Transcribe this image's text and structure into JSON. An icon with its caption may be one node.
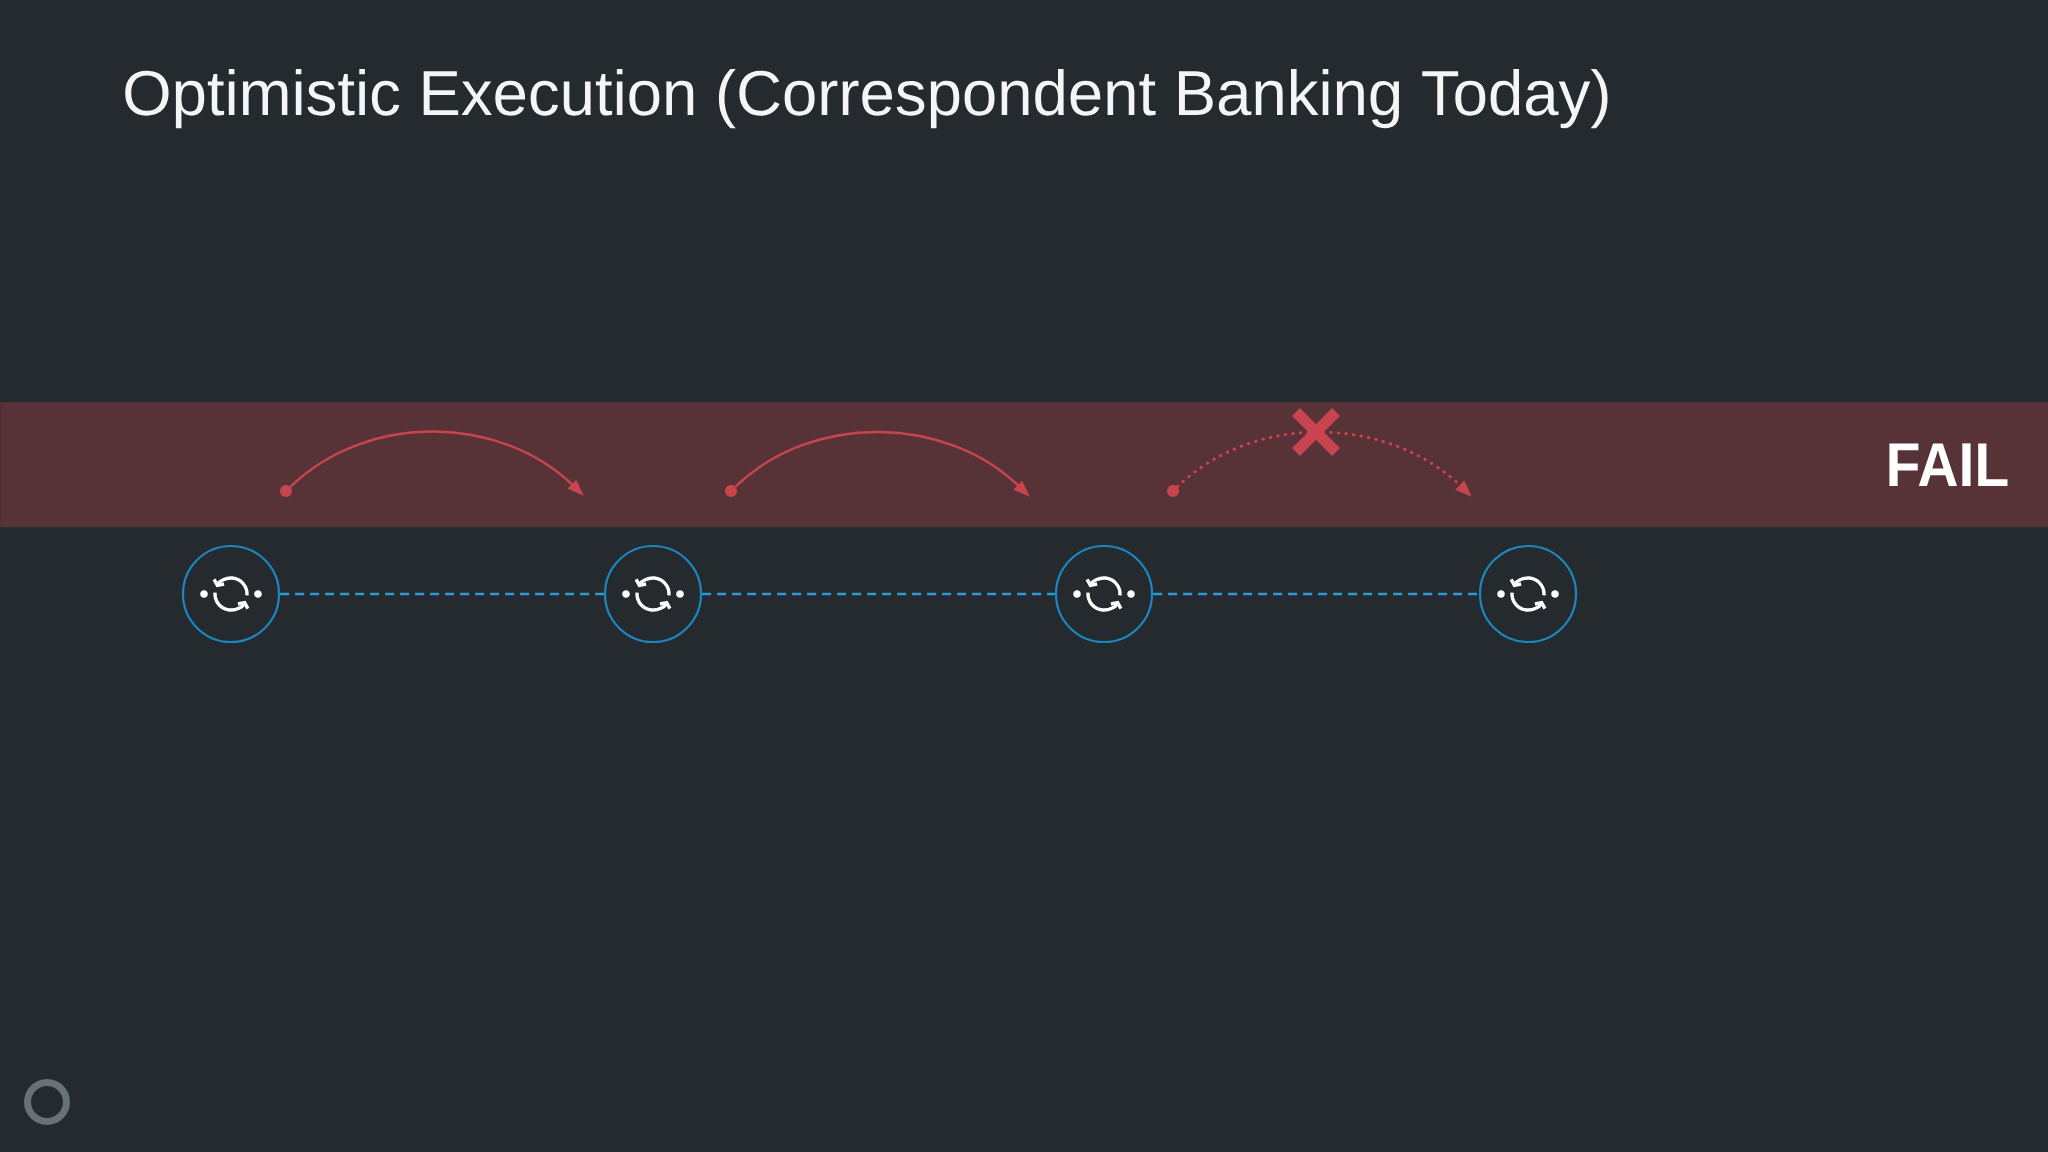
{
  "diagram": {
    "title": "Optimistic Execution (Correspondent Banking Today)",
    "nodes": [
      {
        "text": [
          "FAIL"
        ]
      },
      {
        "text": [],
        "shape": "dot",
        "in": 0
      },
      {
        "text": [],
        "shape": "dot",
        "in": 0
      },
      {
        "text": [],
        "shape": "dot",
        "in": 0
      },
      {
        "text": [],
        "shape": "circle"
      },
      {
        "text": [],
        "shape": "circle"
      },
      {
        "text": [],
        "shape": "circle"
      },
      {
        "text": [],
        "shape": "circle"
      }
    ],
    "edges": [
      {
        "from": 1,
        "to": null,
        "arrow": "to",
        "color": "#c8454f"
      },
      {
        "from": 2,
        "to": null,
        "arrow": "to",
        "color": "#c8454f"
      },
      {
        "from": 3,
        "to": null,
        "arrow": "to",
        "style": "dashed",
        "color": "#c8454f"
      },
      {
        "from": 4,
        "to": 5,
        "arrow": "none",
        "style": "dashed",
        "color": "#2b9bd3"
      },
      {
        "from": 5,
        "to": 6,
        "arrow": "none",
        "style": "dashed",
        "color": "#2b9bd3"
      },
      {
        "from": 6,
        "to": 7,
        "arrow": "none",
        "style": "dashed",
        "color": "#2b9bd3"
      }
    ]
  }
}
